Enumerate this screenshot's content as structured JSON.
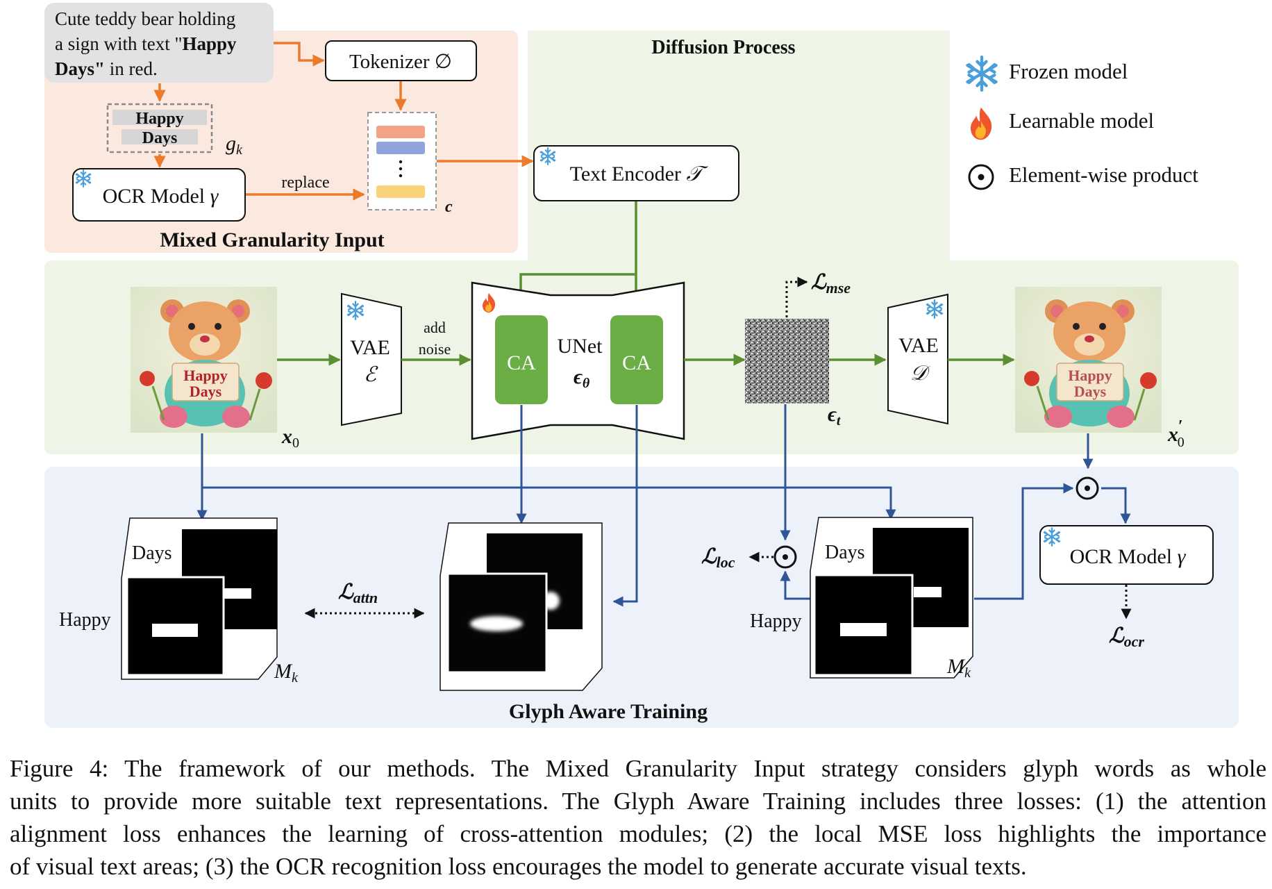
{
  "prompt": {
    "line1": "Cute teddy bear holding",
    "line2_pre": "a sign with text \"",
    "line2_bold": "Happy",
    "line3_bold": "Days\"",
    "line3_post": " in red."
  },
  "tokenizer_label": "Tokenizer ",
  "tokenizer_symbol": "∅",
  "glyph_words": [
    "Happy",
    "Days"
  ],
  "gk_main": "g",
  "gk_sub": "k",
  "ocr_label": "OCR Model ",
  "ocr_symbol": "γ",
  "replace_label": "replace",
  "c_label": "c",
  "mixed_title": "Mixed Granularity Input",
  "diffusion_title": "Diffusion Process",
  "text_encoder_label": "Text Encoder ",
  "text_encoder_symbol": "𝒯",
  "legend": [
    {
      "icon": "snowflake",
      "label": "Frozen model"
    },
    {
      "icon": "flame",
      "label": "Learnable model"
    },
    {
      "icon": "odot",
      "label": "Element-wise product"
    }
  ],
  "bear_sign": [
    "Happy",
    "Days"
  ],
  "x0_main": "x",
  "x0_sub": "0",
  "x0p_main": "x",
  "x0p_prime": "′",
  "x0p_sub": "0",
  "vae_label": "VAE",
  "vae_enc_symbol": "ℰ",
  "vae_dec_symbol": "𝒟",
  "add_noise_lines": [
    "add",
    "noise"
  ],
  "ca_label": "CA",
  "unet_label": "UNet",
  "eps_theta_main": "ϵ",
  "eps_theta_sub": "θ",
  "eps_t_main": "ϵ",
  "eps_t_sub": "t",
  "loss_mse_main": "ℒ",
  "loss_mse_sub": "mse",
  "loss_attn_main": "ℒ",
  "loss_attn_sub": "attn",
  "loss_loc_main": "ℒ",
  "loss_loc_sub": "loc",
  "loss_ocr_main": "ℒ",
  "loss_ocr_sub": "ocr",
  "mask_words": {
    "back": "Days",
    "front": "Happy"
  },
  "mk_main": "M",
  "mk_sub": "k",
  "glyph_title": "Glyph Aware Training",
  "colors": {
    "orange": "#EB7A2B",
    "green": "#5A8F32",
    "blue": "#2F5597",
    "mixed_bg": "#FBE8DE",
    "diffusion_bg": "#EEF5E6",
    "glyph_bg": "#EDF1F9",
    "ca_fill": "#6AAE45"
  },
  "caption": [
    "Figure 4: The framework of our methods. The Mixed Granularity Input strategy considers glyph words as whole",
    "units to provide more suitable text representations. The Glyph Aware Training includes three losses: (1) the attention",
    "alignment loss enhances the learning of cross-attention modules; (2) the local MSE loss highlights the importance",
    "of visual text areas; (3) the OCR recognition loss encourages the model to generate accurate visual texts."
  ]
}
